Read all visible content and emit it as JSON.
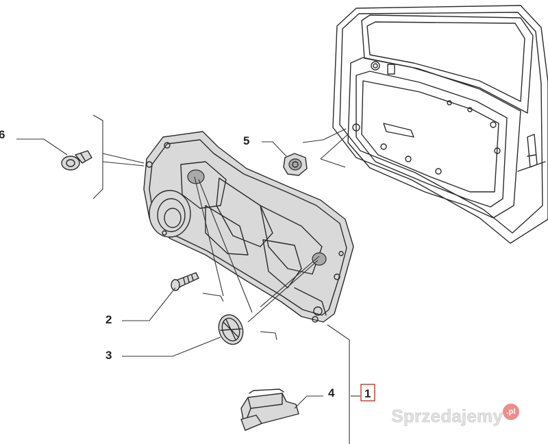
{
  "diagram": {
    "callouts": [
      {
        "id": "1",
        "label": "1",
        "boxed": true
      },
      {
        "id": "2",
        "label": "2",
        "boxed": false
      },
      {
        "id": "3",
        "label": "3",
        "boxed": false
      },
      {
        "id": "4",
        "label": "4",
        "boxed": false
      },
      {
        "id": "5",
        "label": "5",
        "boxed": false
      },
      {
        "id": "6",
        "label": "6",
        "boxed": false
      }
    ],
    "colors": {
      "line": "#2a2a2a",
      "callout_box": "#c0392b",
      "watermark_badge": "#e0322f"
    }
  },
  "watermark": {
    "text": "Sprzedajemy",
    "badge": ".pl"
  }
}
